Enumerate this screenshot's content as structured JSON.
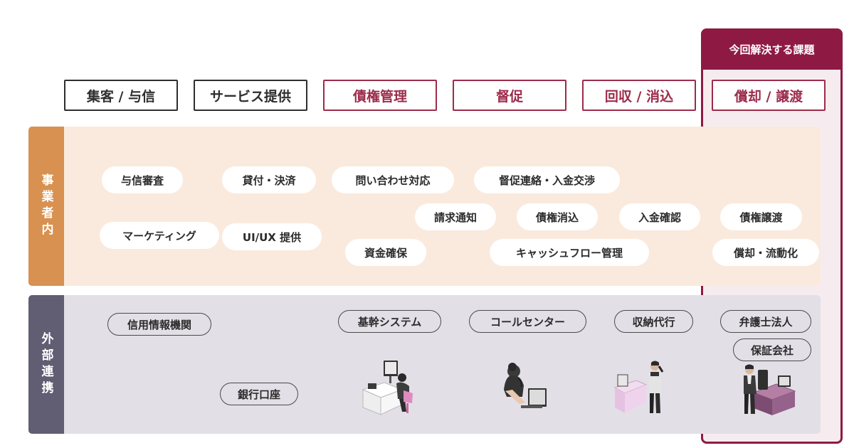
{
  "focus": {
    "header": "今回解決する課題"
  },
  "stages": [
    {
      "label": "集客 / 与信"
    },
    {
      "label": "サービス提供"
    },
    {
      "label": "債権管理"
    },
    {
      "label": "督促"
    },
    {
      "label": "回収 / 消込"
    },
    {
      "label": "償却 / 譲渡"
    }
  ],
  "internal": {
    "label": "事業者内",
    "items": [
      "与信審査",
      "貸付・決済",
      "問い合わせ対応",
      "督促連絡・入金交渉",
      "マーケティング",
      "UI/UX 提供",
      "請求通知",
      "債権消込",
      "入金確認",
      "債権譲渡",
      "資金確保",
      "キャッシュフロー管理",
      "償却・流動化"
    ]
  },
  "external": {
    "label": "外部連携",
    "items": [
      "信用情報機関",
      "基幹システム",
      "コールセンター",
      "収納代行",
      "弁護士法人",
      "保証会社",
      "銀行口座"
    ]
  },
  "colors": {
    "accent": "#8e1a43",
    "internal_band": "#faeadd",
    "internal_label": "#d89150",
    "external_band": "#e3dfe6",
    "external_label": "#615d72"
  },
  "illustrations": [
    "person-at-desk-icon",
    "call-center-operator-icon",
    "person-on-phone-icon",
    "person-at-office-desk-icon"
  ]
}
